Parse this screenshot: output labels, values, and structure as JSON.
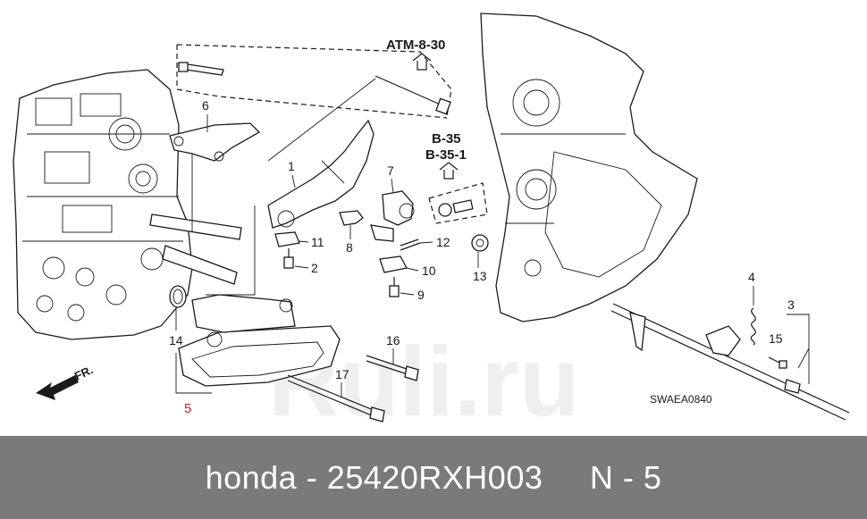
{
  "diagram": {
    "references": {
      "atm": "ATM-8-30",
      "b35": "B-35",
      "b351": "B-35-1"
    },
    "callouts": {
      "c1": "1",
      "c2": "2",
      "c3": "3",
      "c4": "4",
      "c5": "5",
      "c6": "6",
      "c7": "7",
      "c8": "8",
      "c9": "9",
      "c10": "10",
      "c11": "11",
      "c12": "12",
      "c13": "13",
      "c14": "14",
      "c15": "15",
      "c16": "16",
      "c17": "17"
    },
    "front_label": "FR.",
    "diagram_code": "SWAEA0840",
    "watermark": "Ruli.ru",
    "highlighted_part": "5",
    "highlight_color": "#cc2222"
  },
  "footer": {
    "text": "honda - 25420RXH003     N - 5"
  }
}
